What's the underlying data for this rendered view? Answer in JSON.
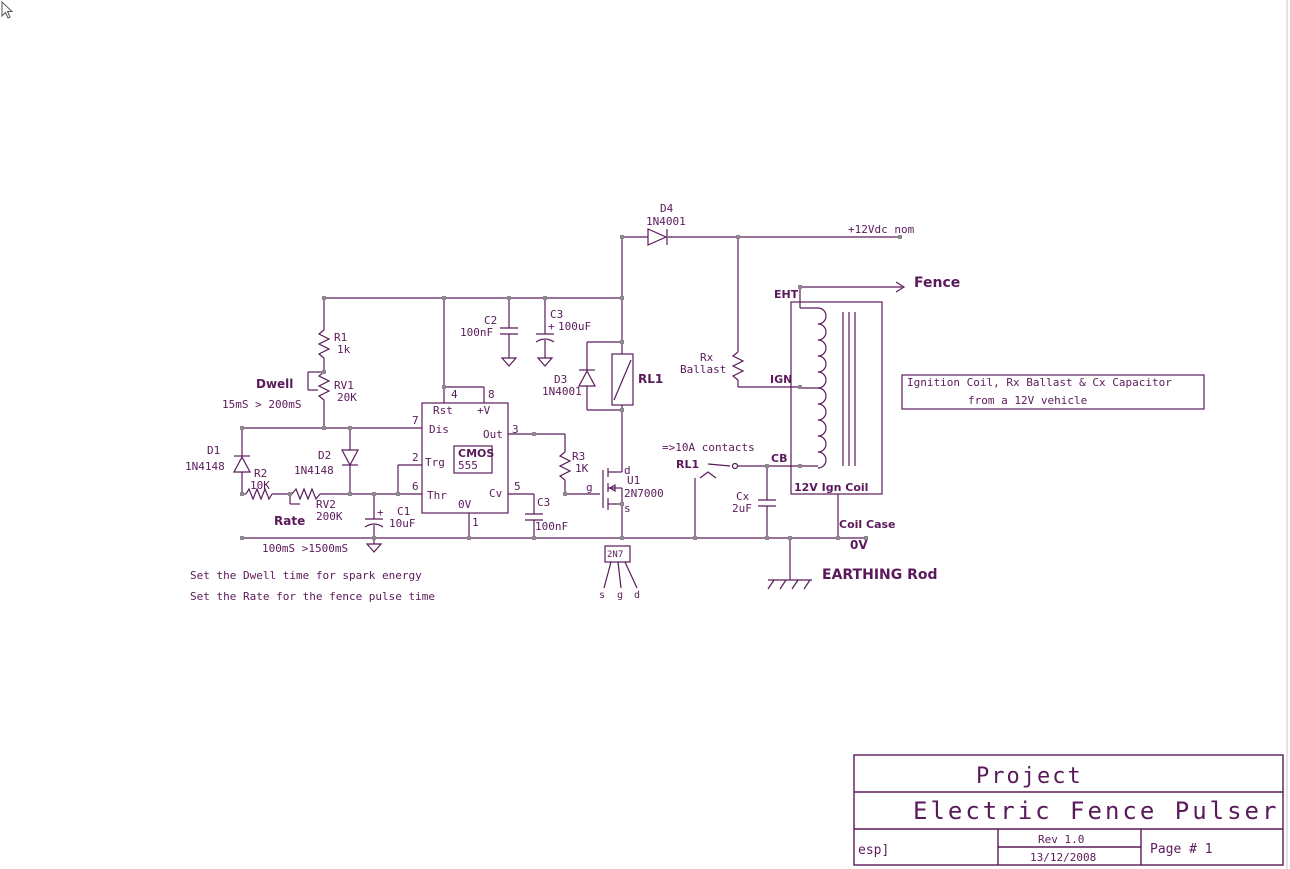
{
  "colors": {
    "ink": "#5a1a5a",
    "junction": "#8a8a8a",
    "background": "#ffffff"
  },
  "supply": {
    "label": "+12Vdc nom"
  },
  "fence_label": "Fence",
  "earth_label": "EARTHING Rod",
  "ground_label": "0V",
  "coil_case_label": "Coil Case",
  "components": {
    "d4": {
      "ref": "D4",
      "value": "1N4001"
    },
    "c2": {
      "ref": "C2",
      "value": "100nF"
    },
    "c3_top": {
      "ref": "C3",
      "value": "100uF"
    },
    "r1": {
      "ref": "R1",
      "value": "1k"
    },
    "rv1": {
      "ref": "RV1",
      "value": "20K",
      "name": "Dwell",
      "range": "15mS > 200mS"
    },
    "d3": {
      "ref": "D3",
      "value": "1N4001"
    },
    "rl1": {
      "ref": "RL1"
    },
    "rx": {
      "ref": "Rx",
      "value": "Ballast"
    },
    "d1": {
      "ref": "D1",
      "value": "1N4148"
    },
    "d2": {
      "ref": "D2",
      "value": "1N4148"
    },
    "r2": {
      "ref": "R2",
      "value": "10K"
    },
    "rv2": {
      "ref": "RV2",
      "value": "200K",
      "name": "Rate",
      "range": "100mS >1500mS"
    },
    "c1": {
      "ref": "C1",
      "value": "10uF"
    },
    "c3_bottom": {
      "ref": "C3",
      "value": "100nF"
    },
    "r3": {
      "ref": "R3",
      "value": "1K"
    },
    "u1": {
      "ref": "U1",
      "value": "2N7000",
      "pin_d": "d",
      "pin_g": "g",
      "pin_s": "s"
    },
    "cx": {
      "ref": "Cx",
      "value": "2uF"
    },
    "relay_contacts": {
      "ref": "RL1",
      "desc": "=>10A contacts"
    }
  },
  "ic555": {
    "title": "CMOS",
    "subtitle": "555",
    "pins": {
      "rst": "Rst",
      "vplus": "+V",
      "dis": "Dis",
      "trg": "Trg",
      "thr": "Thr",
      "out": "Out",
      "cv": "Cv",
      "gnd": "0V",
      "n4": "4",
      "n8": "8",
      "n7": "7",
      "n2": "2",
      "n6": "6",
      "n3": "3",
      "n5": "5",
      "n1": "1"
    }
  },
  "coil": {
    "eht": "EHT",
    "ign": "IGN",
    "cb": "CB",
    "name": "12V Ign Coil"
  },
  "note_box": {
    "line1": "Ignition Coil, Rx Ballast & Cx Capacitor",
    "line2": "from a 12V vehicle"
  },
  "pinout": {
    "label": "2N7",
    "pins": [
      "s",
      "g",
      "d"
    ]
  },
  "notes": [
    "Set the Dwell time for spark energy",
    "Set the Rate for the fence pulse time"
  ],
  "title_block": {
    "project_label": "Project",
    "project_name": "Electric Fence Pulser",
    "author": "esp]",
    "revision": "Rev 1.0",
    "date": "13/12/2008",
    "page": "Page # 1"
  }
}
